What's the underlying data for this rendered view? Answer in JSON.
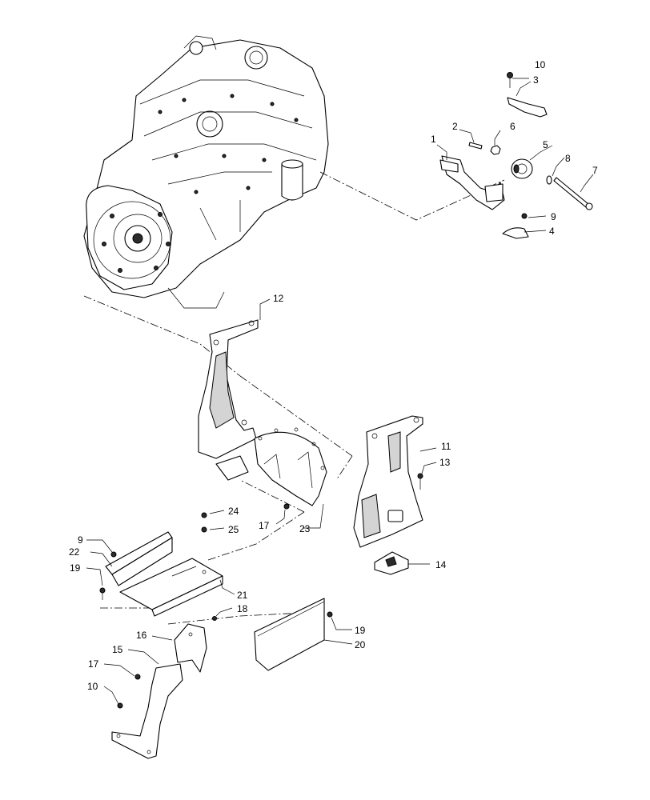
{
  "labels": {
    "n1": "1",
    "n2": "2",
    "n3": "3",
    "n4": "4",
    "n5": "5",
    "n6": "6",
    "n7": "7",
    "n8": "8",
    "n9a": "9",
    "n10a": "10",
    "n11": "11",
    "n12": "12",
    "n13": "13",
    "n14": "14",
    "n15": "15",
    "n16": "16",
    "n17a": "17",
    "n17b": "17",
    "n18": "18",
    "n19a": "19",
    "n19b": "19",
    "n20": "20",
    "n21": "21",
    "n22": "22",
    "n23": "23",
    "n24": "24",
    "n25": "25",
    "n9b": "9",
    "n10b": "10"
  }
}
